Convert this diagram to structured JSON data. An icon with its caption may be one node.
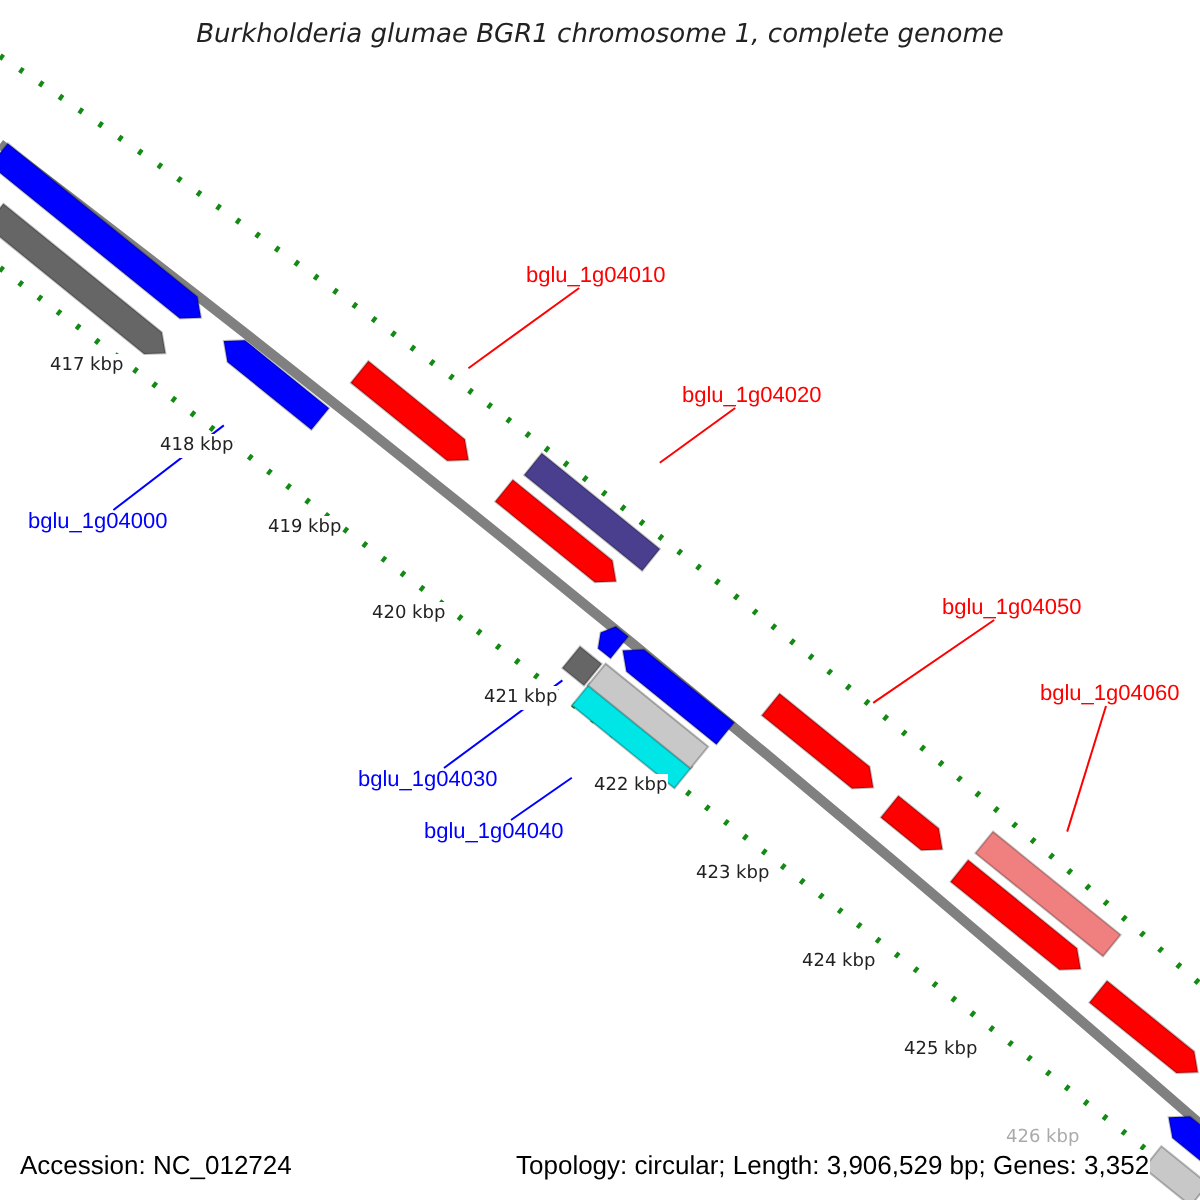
{
  "diagram": {
    "title": "Burkholderia glumae BGR1 chromosome 1, complete genome",
    "nodes": [
      {
        "text": [
          "bglu_1g04010"
        ]
      },
      {
        "text": [
          "bglu_1g04020"
        ]
      },
      {
        "text": [
          "bglu_1g04000"
        ]
      },
      {
        "text": [
          "bglu_1g04050"
        ]
      },
      {
        "text": [
          "bglu_1g04060"
        ]
      },
      {
        "text": [
          "bglu_1g04030"
        ]
      },
      {
        "text": [
          "bglu_1g04040"
        ]
      },
      {
        "text": [],
        "shape": "bar"
      },
      {
        "text": [],
        "shape": "bar"
      },
      {
        "text": [],
        "shape": "bar"
      },
      {
        "text": [],
        "shape": "bar"
      },
      {
        "text": [],
        "shape": "bar"
      },
      {
        "text": [],
        "shape": "bar"
      },
      {
        "text": [],
        "shape": "bar"
      },
      {
        "text": [],
        "shape": "bar"
      },
      {
        "text": [],
        "shape": "bar"
      },
      {
        "text": [],
        "shape": "bar"
      },
      {
        "text": [],
        "shape": "bar"
      },
      {
        "text": [],
        "shape": "bar"
      },
      {
        "text": [],
        "shape": "bar"
      },
      {
        "text": [],
        "shape": "bar"
      },
      {
        "text": [],
        "shape": "bar"
      },
      {
        "text": [],
        "shape": "bar"
      },
      {
        "text": [],
        "shape": "bar"
      },
      {
        "text": [],
        "shape": "bar"
      }
    ],
    "edges": [
      {
        "from": 0,
        "to": 10,
        "arrow": "none"
      },
      {
        "from": 1,
        "to": 13,
        "arrow": "none"
      },
      {
        "from": 2,
        "to": 9,
        "arrow": "none",
        "color": "#0000ff"
      },
      {
        "from": 3,
        "to": 18,
        "arrow": "none"
      },
      {
        "from": 4,
        "to": 21,
        "arrow": "none"
      },
      {
        "from": 5,
        "to": 12,
        "arrow": "none",
        "color": "#0000ff"
      },
      {
        "from": 6,
        "to": 15,
        "arrow": "none",
        "color": "#0000ff"
      }
    ],
    "labels": [
      "417 kbp",
      "418 kbp",
      "419 kbp",
      "420 kbp",
      "421 kbp",
      "422 kbp",
      "423 kbp",
      "424 kbp",
      "425 kbp",
      "426 kbp",
      "Accession: NC_012724",
      "Topology: circular; Length: 3,906,529 bp; Genes: 3,352"
    ]
  }
}
